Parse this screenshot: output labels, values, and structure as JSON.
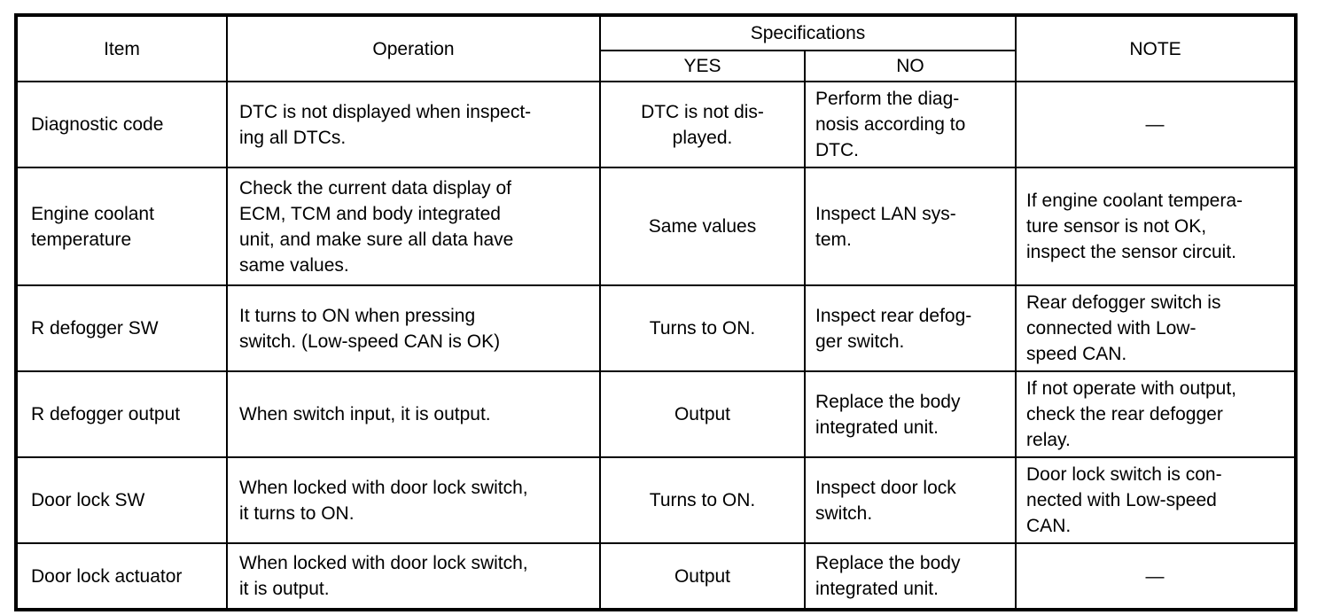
{
  "table": {
    "headers": {
      "item": "Item",
      "operation": "Operation",
      "specifications": "Specifications",
      "yes": "YES",
      "no": "NO",
      "note": "NOTE"
    },
    "rows": [
      {
        "item": "Diagnostic code",
        "operation": "DTC is not displayed when inspect-\ning all DTCs.",
        "yes": "DTC is not dis-\nplayed.",
        "no": "Perform the diag-\nnosis according to\nDTC.",
        "note": "—"
      },
      {
        "item": "Engine coolant\ntemperature",
        "operation": "Check the current data display of\nECM, TCM and body integrated\nunit, and make sure all data have\nsame values.",
        "yes": "Same values",
        "no": "Inspect LAN sys-\ntem.",
        "note": "If engine coolant tempera-\nture sensor is not OK,\ninspect the sensor circuit."
      },
      {
        "item": "R defogger SW",
        "operation": "It turns to ON when pressing\nswitch. (Low-speed CAN is OK)",
        "yes": "Turns to ON.",
        "no": "Inspect rear defog-\nger switch.",
        "note": "Rear defogger switch is\nconnected with Low-\nspeed CAN."
      },
      {
        "item": "R defogger output",
        "operation": "When switch input, it is output.",
        "yes": "Output",
        "no": "Replace the body\nintegrated unit.",
        "note": "If not operate with output,\ncheck the rear defogger\nrelay."
      },
      {
        "item": "Door lock SW",
        "operation": "When locked with door lock switch,\nit turns to ON.",
        "yes": "Turns to ON.",
        "no": "Inspect door lock\nswitch.",
        "note": "Door lock switch is con-\nnected with Low-speed\nCAN."
      },
      {
        "item": "Door lock actuator",
        "operation": "When locked with door lock switch,\nit is output.",
        "yes": "Output",
        "no": "Replace the body\nintegrated unit.",
        "note": "—"
      }
    ]
  },
  "colors": {
    "border": "#000000",
    "background": "#ffffff",
    "text": "#000000"
  }
}
